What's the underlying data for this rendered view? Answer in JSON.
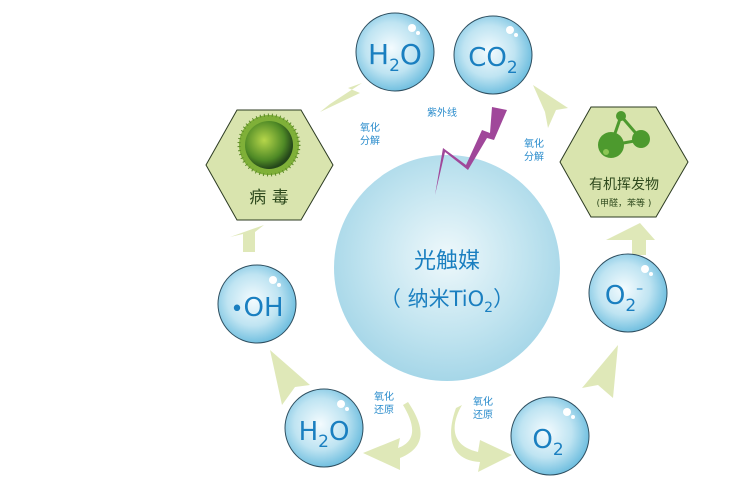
{
  "center": {
    "title": "光触媒",
    "subtitle_prefix": "（ 纳米TiO",
    "subtitle_sub": "2",
    "subtitle_suffix": "）"
  },
  "uv_label": "紫外线",
  "nodes": {
    "h2o_top": {
      "main": "H",
      "sub": "2",
      "tail": "O"
    },
    "co2_top": {
      "main": "CO",
      "sub": "2"
    },
    "oh": {
      "dot": "•",
      "main": "OH"
    },
    "o2_minus": {
      "main": "O",
      "sub": "2",
      "sup": "–"
    },
    "h2o_bottom": {
      "main": "H",
      "sub": "2",
      "tail": "O"
    },
    "o2_bottom": {
      "main": "O",
      "sub": "2"
    }
  },
  "hexagons": {
    "virus": {
      "label": "病 毒"
    },
    "voc": {
      "label": "有机挥发物",
      "sublabel": "(甲醛，苯等 )"
    }
  },
  "process_labels": {
    "left_top": [
      "氧化",
      "分解"
    ],
    "right_top": [
      "氧化",
      "分解"
    ],
    "left_bottom": [
      "氧化",
      "还原"
    ],
    "right_bottom": [
      "氧化",
      "还原"
    ]
  },
  "colors": {
    "bubble": "#7fc9e6",
    "arrow": "#dfe8b8",
    "hexagon": "#d9e4ae",
    "lightning": "#a0479a",
    "text": "#1a7fc0"
  }
}
